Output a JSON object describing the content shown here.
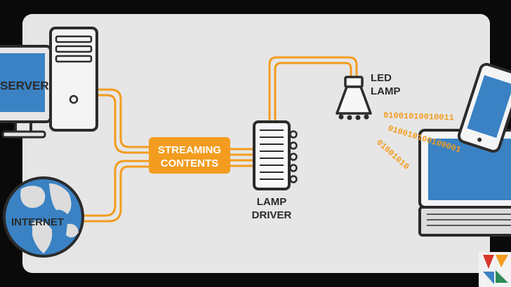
{
  "labels": {
    "server": "SERVER",
    "internet": "INTERNET",
    "streaming_line1": "STREAMING",
    "streaming_line2": "CONTENTS",
    "lamp_driver_line1": "LAMP",
    "lamp_driver_line2": "DRIVER",
    "led_lamp_line1": "LED",
    "led_lamp_line2": "LAMP"
  },
  "binary": {
    "row1": "01001010010011",
    "row2": "010010100100001",
    "row3": "01001010"
  },
  "colors": {
    "frame": "#0a0a0a",
    "panel": "#e6e6e6",
    "cable": "#f39c1f",
    "outline": "#2b2b2b",
    "screen_blue": "#3a82c4",
    "label_text": "#2b2b2b",
    "box_text": "#ffffff",
    "binary_text": "#f39c1f"
  },
  "icons": {
    "server": "server-tower-icon",
    "globe": "globe-icon",
    "driver": "lamp-driver-icon",
    "bulb": "led-bulb-icon",
    "laptop": "laptop-icon",
    "phone": "smartphone-icon",
    "watermark": "logo-watermark-icon"
  }
}
